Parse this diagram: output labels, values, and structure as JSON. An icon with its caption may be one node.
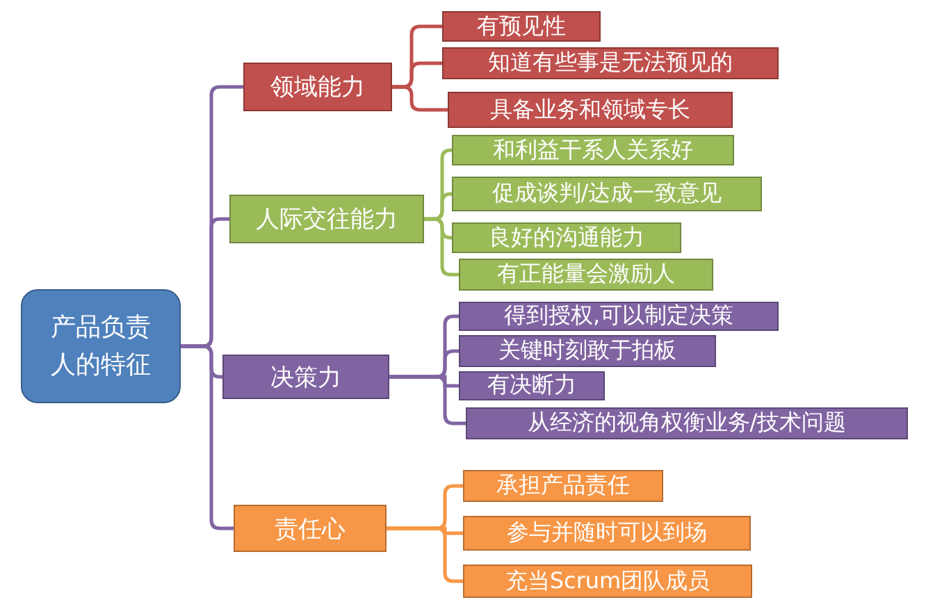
{
  "diagram": {
    "nodes": [
      {
        "text": [
          "产品负责人的特征"
        ]
      },
      {
        "text": [
          "领域能力"
        ]
      },
      {
        "text": [
          "有预见性"
        ]
      },
      {
        "text": [
          "知道有些事是无法预见的"
        ]
      },
      {
        "text": [
          "具备业务和领域专长"
        ]
      },
      {
        "text": [
          "人际交往能力"
        ]
      },
      {
        "text": [
          "和利益干系人关系好"
        ]
      },
      {
        "text": [
          "促成谈判/达成一致意见"
        ]
      },
      {
        "text": [
          "良好的沟通能力"
        ]
      },
      {
        "text": [
          "有正能量会激励人"
        ]
      },
      {
        "text": [
          "决策力"
        ]
      },
      {
        "text": [
          "得到授权,可以制定决策"
        ]
      },
      {
        "text": [
          "关键时刻敢于拍板"
        ]
      },
      {
        "text": [
          "有决断力"
        ]
      },
      {
        "text": [
          "从经济的视角权衡业务/技术问题"
        ]
      },
      {
        "text": [
          "责任心"
        ]
      },
      {
        "text": [
          "承担产品责任"
        ]
      },
      {
        "text": [
          "参与并随时可以到场"
        ]
      },
      {
        "text": [
          "充当Scrum团队成员"
        ]
      }
    ],
    "edges": [
      {
        "from": 0,
        "to": 1,
        "arrow": "none"
      },
      {
        "from": 0,
        "to": 5,
        "arrow": "none"
      },
      {
        "from": 0,
        "to": 10,
        "arrow": "none"
      },
      {
        "from": 0,
        "to": 15,
        "arrow": "none"
      },
      {
        "from": 1,
        "to": 2,
        "arrow": "none",
        "color": "#c0504d"
      },
      {
        "from": 1,
        "to": 3,
        "arrow": "none",
        "color": "#c0504d"
      },
      {
        "from": 1,
        "to": 4,
        "arrow": "none",
        "color": "#c0504d"
      },
      {
        "from": 5,
        "to": 6,
        "arrow": "none",
        "color": "#9bbb59"
      },
      {
        "from": 5,
        "to": 7,
        "arrow": "none",
        "color": "#9bbb59"
      },
      {
        "from": 5,
        "to": 8,
        "arrow": "none",
        "color": "#9bbb59"
      },
      {
        "from": 5,
        "to": 9,
        "arrow": "none",
        "color": "#9bbb59"
      },
      {
        "from": 10,
        "to": 11,
        "arrow": "none"
      },
      {
        "from": 10,
        "to": 12,
        "arrow": "none"
      },
      {
        "from": 10,
        "to": 13,
        "arrow": "none"
      },
      {
        "from": 10,
        "to": 14,
        "arrow": "none"
      },
      {
        "from": 15,
        "to": 16,
        "arrow": "none",
        "color": "#f79646"
      },
      {
        "from": 15,
        "to": 17,
        "arrow": "none",
        "color": "#f79646"
      },
      {
        "from": 15,
        "to": 18,
        "arrow": "none",
        "color": "#f79646"
      }
    ]
  }
}
